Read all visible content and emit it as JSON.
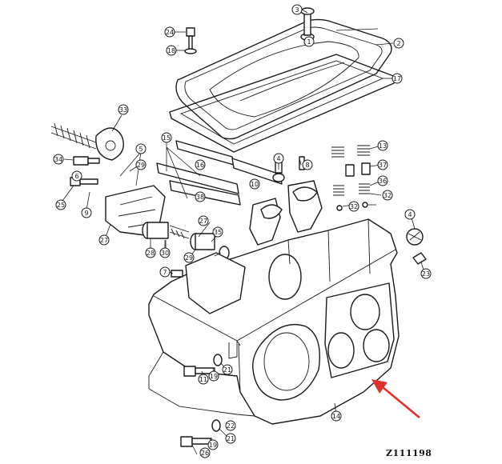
{
  "figure_code": "Z111198",
  "arrow_color": "#e0312a",
  "callouts": [
    {
      "id": "c3",
      "text": "3"
    },
    {
      "id": "c1",
      "text": "1"
    },
    {
      "id": "c2",
      "text": "2"
    },
    {
      "id": "c17a",
      "text": "17"
    },
    {
      "id": "c24",
      "text": "24"
    },
    {
      "id": "c18",
      "text": "18"
    },
    {
      "id": "c33",
      "text": "33"
    },
    {
      "id": "c15",
      "text": "15"
    },
    {
      "id": "c16",
      "text": "16"
    },
    {
      "id": "c38",
      "text": "38"
    },
    {
      "id": "c10",
      "text": "10"
    },
    {
      "id": "c5",
      "text": "5"
    },
    {
      "id": "c29a",
      "text": "29"
    },
    {
      "id": "c34",
      "text": "34"
    },
    {
      "id": "c6",
      "text": "6"
    },
    {
      "id": "c25a",
      "text": "25"
    },
    {
      "id": "c9",
      "text": "9"
    },
    {
      "id": "c27a",
      "text": "27"
    },
    {
      "id": "c7",
      "text": "7"
    },
    {
      "id": "c35",
      "text": "35"
    },
    {
      "id": "c28",
      "text": "28"
    },
    {
      "id": "c30",
      "text": "30"
    },
    {
      "id": "c29b",
      "text": "29"
    },
    {
      "id": "c27b",
      "text": "27"
    },
    {
      "id": "c4a",
      "text": "4"
    },
    {
      "id": "c8",
      "text": "8"
    },
    {
      "id": "c13",
      "text": "13"
    },
    {
      "id": "c37",
      "text": "37"
    },
    {
      "id": "c36",
      "text": "36"
    },
    {
      "id": "c32a",
      "text": "32"
    },
    {
      "id": "c32b",
      "text": "32"
    },
    {
      "id": "c4b",
      "text": "4"
    },
    {
      "id": "c23",
      "text": "23"
    },
    {
      "id": "c11",
      "text": "11"
    },
    {
      "id": "c19a",
      "text": "19"
    },
    {
      "id": "c21a",
      "text": "21"
    },
    {
      "id": "c14",
      "text": "14"
    },
    {
      "id": "c22",
      "text": "22"
    },
    {
      "id": "c26",
      "text": "26"
    },
    {
      "id": "c19b",
      "text": "19"
    },
    {
      "id": "c21b",
      "text": "21"
    }
  ]
}
